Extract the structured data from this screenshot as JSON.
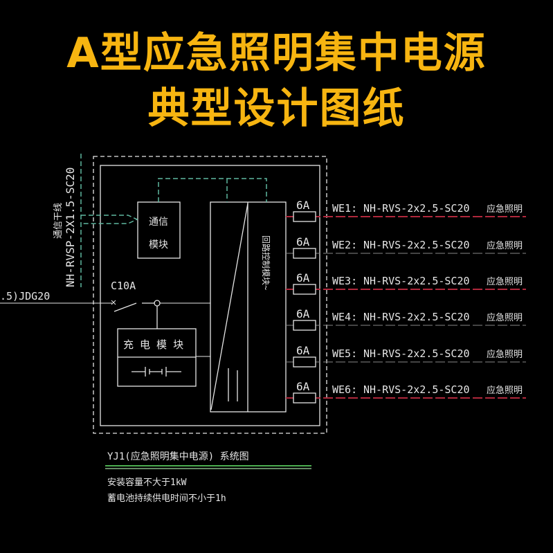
{
  "title": {
    "line1": "A型应急照明集中电源",
    "line2": "典型设计图纸"
  },
  "colors": {
    "title": "#f7b511",
    "line": "#e6e6e6",
    "comm_cable": "#5fb8a0",
    "red_line": "#b0283c",
    "green_rule": "#4caf50"
  },
  "feeder": {
    "cable": "NH-RVSP-2X1.5-SC20",
    "label": "通信干线",
    "input_cable": ".5)JDG20",
    "breaker": "C10A"
  },
  "modules": {
    "comm": [
      "通信",
      "模块"
    ],
    "charge": "充 电 模 块",
    "control": "回路控制模块~"
  },
  "circuits": [
    {
      "breaker": "6A",
      "id": "WE1:",
      "cable": "NH-RVS-2x2.5-SC20",
      "use": "应急照明",
      "color": "red"
    },
    {
      "breaker": "6A",
      "id": "WE2:",
      "cable": "NH-RVS-2x2.5-SC20",
      "use": "应急照明",
      "color": "gray"
    },
    {
      "breaker": "6A",
      "id": "WE3:",
      "cable": "NH-RVS-2x2.5-SC20",
      "use": "应急照明",
      "color": "red"
    },
    {
      "breaker": "6A",
      "id": "WE4:",
      "cable": "NH-RVS-2x2.5-SC20",
      "use": "应急照明",
      "color": "gray"
    },
    {
      "breaker": "6A",
      "id": "WE5:",
      "cable": "NH-RVS-2x2.5-SC20",
      "use": "应急照明",
      "color": "gray"
    },
    {
      "breaker": "6A",
      "id": "WE6:",
      "cable": "NH-RVS-2x2.5-SC20",
      "use": "应急照明",
      "color": "red"
    }
  ],
  "caption": {
    "title": "YJ1(应急照明集中电源) 系统图",
    "notes": [
      "安装容量不大于1kW",
      "蓄电池持续供电时间不小于1h"
    ]
  }
}
